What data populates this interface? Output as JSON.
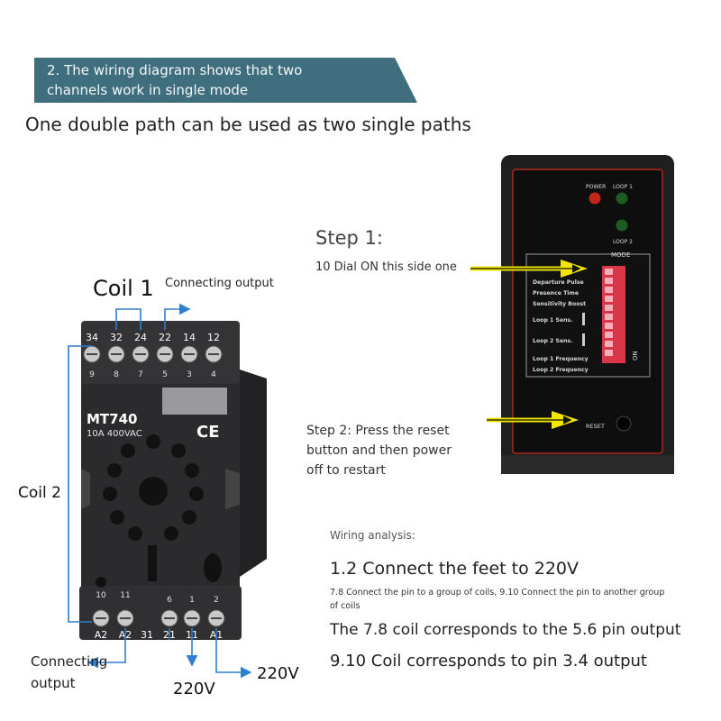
{
  "banner": {
    "line1": "2. The wiring diagram shows that two",
    "line2": "channels work in single mode",
    "color": "#3f6f7f"
  },
  "subtitle": "One double path can be used as two single paths",
  "relay": {
    "coil1": "Coil 1",
    "coil2": "Coil 2",
    "connecting_output_top": "Connecting output",
    "connecting_output_bottom_line1": "Connecting",
    "connecting_output_bottom_line2": "output",
    "voltage_left": "220V",
    "voltage_right": "220V",
    "model": "MT740",
    "rating": "10A 400VAC",
    "ce_mark": "CE",
    "top_terminals": [
      "34",
      "32",
      "24",
      "22",
      "14",
      "12"
    ],
    "top_pins": [
      "9",
      "8",
      "7",
      "5",
      "3",
      "4"
    ],
    "bottom_small": [
      "10",
      "11",
      "6",
      "1",
      "2"
    ],
    "bottom_labels": [
      "A2",
      "A2",
      "31",
      "21",
      "11",
      "A1"
    ]
  },
  "detector": {
    "power_label": "POWER",
    "loop1_label": "LOOP 1",
    "loop2_label": "LOOP 2",
    "mode_label": "MODE",
    "rows": [
      "Departure Pulse",
      "Presence Time",
      "Sensitivity Boost",
      "Loop 1 Sens.",
      "Loop 2 Sens.",
      "Loop 1 Frequency",
      "Loop 2 Frequency"
    ],
    "on_label": "ON",
    "reset_label": "RESET"
  },
  "steps": {
    "step1_title": "Step 1:",
    "step1_text": "10 Dial ON this side one",
    "step2_line1": "Step 2: Press the reset",
    "step2_line2": "button and then power",
    "step2_line3": "off to restart"
  },
  "analysis": {
    "title": "Wiring analysis:",
    "line1": "1.2 Connect the feet to 220V",
    "small_line1": "7.8 Connect the pin to a group of coils, 9.10 Connect the pin to another group",
    "small_line2": "of coils",
    "line2": "The 7.8 coil corresponds to the 5.6 pin output",
    "line3": "9.10 Coil corresponds to pin 3.4 output"
  }
}
